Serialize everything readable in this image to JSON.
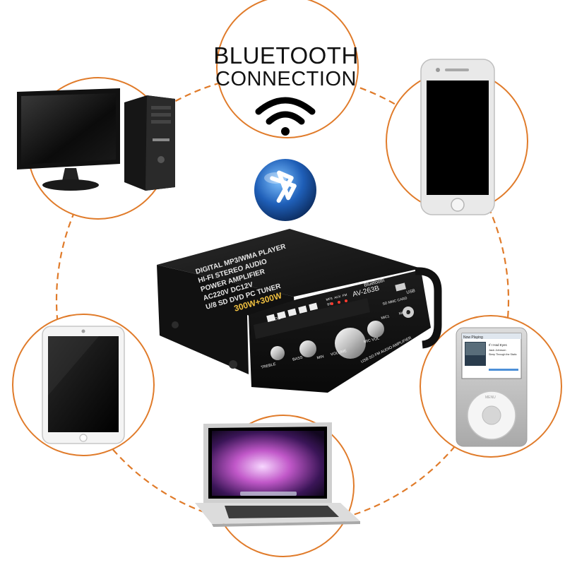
{
  "heading": {
    "line1": "BLUETOOTH",
    "line2": "CONNECTION"
  },
  "amplifier": {
    "model": "AV-263B",
    "top_lines": [
      "DIGITAL MP3/WMA PLAYER",
      "HI-FI STEREO AUDIO",
      "POWER AMPLIFIER",
      "AC220V DC12V",
      "U/8 SD DVD PC TUNER"
    ],
    "power_rating": "300W+300W",
    "bluetooth_label": "Bluetooth",
    "usb_label": "USB",
    "card_label": "SD MMC CARD",
    "mode_label": "MODE",
    "indicator_labels": [
      "MP3",
      "AUX",
      "FM",
      "BT"
    ],
    "input_labels": [
      "MIC1",
      "MIC2"
    ],
    "knob_labels": [
      "TREBLE",
      "BASS",
      "MIN",
      "VOLUME",
      "MIC VOL"
    ],
    "bottom_band": "USB SD FM AUDIO AMPLIFIER"
  },
  "ipod_screen": {
    "status": "Now Playing",
    "track": "If I Had Eyes",
    "artist": "Jack Johnson",
    "album": "Sleep Through the Static",
    "menu": "MENU"
  },
  "colors": {
    "connector": "#e07b2a",
    "circle_stroke": "#e07b2a",
    "amp_body": "#161616",
    "bluetooth_blue": "#1f5fb8"
  }
}
